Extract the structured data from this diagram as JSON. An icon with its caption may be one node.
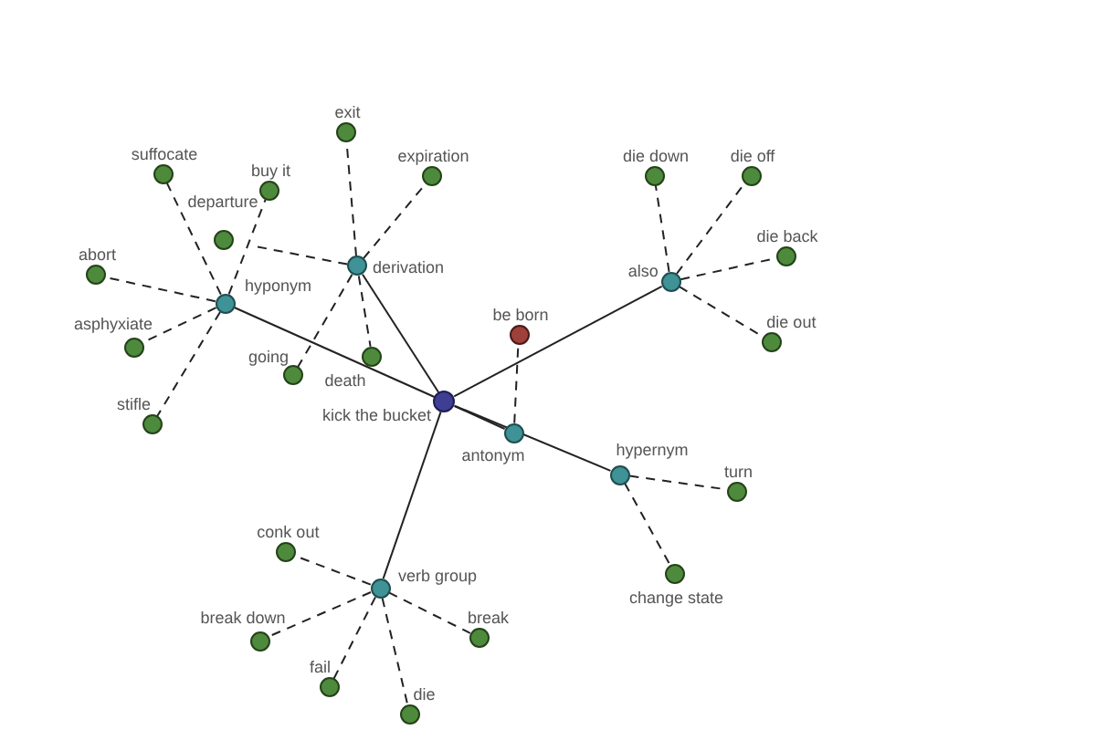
{
  "diagram": {
    "nodes": [
      {
        "text": [
          "kick the bucket"
        ]
      },
      {
        "text": [
          "hyponym"
        ]
      },
      {
        "text": [
          "derivation"
        ]
      },
      {
        "text": [
          "also"
        ]
      },
      {
        "text": [
          "antonym"
        ]
      },
      {
        "text": [
          "hypernym"
        ]
      },
      {
        "text": [
          "verb group"
        ]
      },
      {
        "text": [
          "suffocate"
        ]
      },
      {
        "text": [
          "buy it"
        ]
      },
      {
        "text": [
          "abort"
        ]
      },
      {
        "text": [
          "asphyxiate"
        ]
      },
      {
        "text": [
          "stifle"
        ]
      },
      {
        "text": [
          "exit"
        ]
      },
      {
        "text": [
          "expiration"
        ]
      },
      {
        "text": [
          "departure"
        ]
      },
      {
        "text": [
          "going"
        ]
      },
      {
        "text": [
          "death"
        ]
      },
      {
        "text": [
          "die down"
        ]
      },
      {
        "text": [
          "die off"
        ]
      },
      {
        "text": [
          "die back"
        ]
      },
      {
        "text": [
          "die out"
        ]
      },
      {
        "text": [
          "be born"
        ]
      },
      {
        "text": [
          "turn"
        ]
      },
      {
        "text": [
          "change state"
        ]
      },
      {
        "text": [
          "conk out"
        ]
      },
      {
        "text": [
          "break down"
        ]
      },
      {
        "text": [
          "fail"
        ]
      },
      {
        "text": [
          "die"
        ]
      },
      {
        "text": [
          "break"
        ]
      }
    ],
    "edges": [
      {
        "from": 0,
        "to": 1,
        "arrow": "none"
      },
      {
        "from": 0,
        "to": 2,
        "arrow": "none"
      },
      {
        "from": 0,
        "to": 3,
        "arrow": "none"
      },
      {
        "from": 0,
        "to": 4,
        "arrow": "none"
      },
      {
        "from": 0,
        "to": 5,
        "arrow": "none"
      },
      {
        "from": 0,
        "to": 6,
        "arrow": "none"
      },
      {
        "from": 1,
        "to": 7,
        "arrow": "none",
        "style": "dashed"
      },
      {
        "from": 1,
        "to": 8,
        "arrow": "none",
        "style": "dashed"
      },
      {
        "from": 1,
        "to": 9,
        "arrow": "none",
        "style": "dashed"
      },
      {
        "from": 1,
        "to": 10,
        "arrow": "none",
        "style": "dashed"
      },
      {
        "from": 1,
        "to": 11,
        "arrow": "none",
        "style": "dashed"
      },
      {
        "from": 2,
        "to": 12,
        "arrow": "none",
        "style": "dashed"
      },
      {
        "from": 2,
        "to": 13,
        "arrow": "none",
        "style": "dashed"
      },
      {
        "from": 2,
        "to": 14,
        "arrow": "none",
        "style": "dashed"
      },
      {
        "from": 2,
        "to": 15,
        "arrow": "none",
        "style": "dashed"
      },
      {
        "from": 2,
        "to": 16,
        "arrow": "none",
        "style": "dashed"
      },
      {
        "from": 3,
        "to": 17,
        "arrow": "none",
        "style": "dashed"
      },
      {
        "from": 3,
        "to": 18,
        "arrow": "none",
        "style": "dashed"
      },
      {
        "from": 3,
        "to": 19,
        "arrow": "none",
        "style": "dashed"
      },
      {
        "from": 3,
        "to": 20,
        "arrow": "none",
        "style": "dashed"
      },
      {
        "from": 4,
        "to": 21,
        "arrow": "none",
        "style": "dashed"
      },
      {
        "from": 5,
        "to": 22,
        "arrow": "none",
        "style": "dashed"
      },
      {
        "from": 5,
        "to": 23,
        "arrow": "none",
        "style": "dashed"
      },
      {
        "from": 6,
        "to": 24,
        "arrow": "none",
        "style": "dashed"
      },
      {
        "from": 6,
        "to": 25,
        "arrow": "none",
        "style": "dashed"
      },
      {
        "from": 6,
        "to": 26,
        "arrow": "none",
        "style": "dashed"
      },
      {
        "from": 6,
        "to": 27,
        "arrow": "none",
        "style": "dashed"
      },
      {
        "from": 6,
        "to": 28,
        "arrow": "none",
        "style": "dashed"
      }
    ]
  }
}
